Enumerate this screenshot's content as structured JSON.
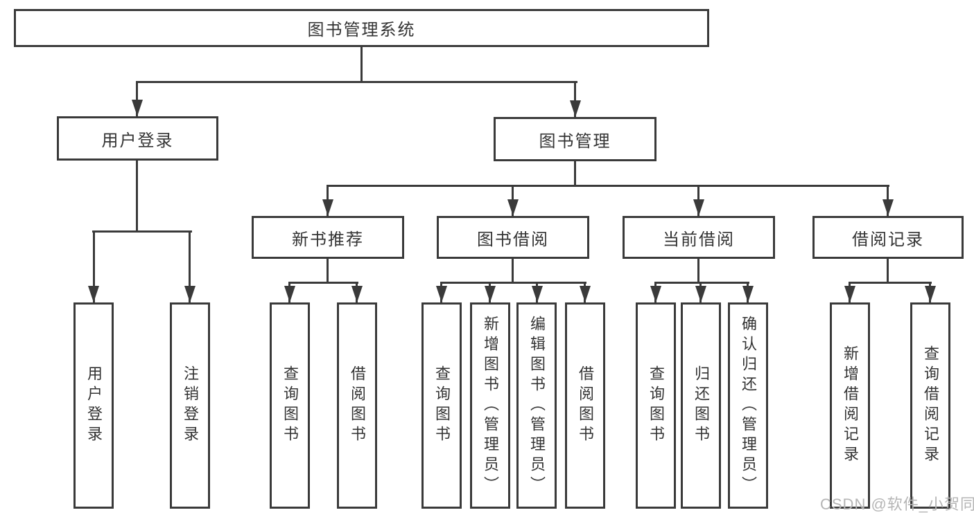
{
  "nodes": {
    "root": "图书管理系统",
    "level1": [
      "用户登录",
      "图书管理"
    ],
    "level2": [
      "新书推荐",
      "图书借阅",
      "当前借阅",
      "借阅记录"
    ],
    "leaves": {
      "userLogin": [
        "用户登录",
        "注销登录"
      ],
      "newBooks": [
        "查询图书",
        "借阅图书"
      ],
      "bookBorrow": [
        "查询图书",
        "新增图书（管理员）",
        "编辑图书（管理员）",
        "借阅图书"
      ],
      "currentBorrow": [
        "查询图书",
        "归还图书",
        "确认归还（管理员）"
      ],
      "borrowRecords": [
        "新增借阅记录",
        "查询借阅记录"
      ]
    }
  },
  "watermark": "CSDN @软件_小贺同学",
  "colors": {
    "line": "#3a3a3a",
    "text": "#333333",
    "background": "#ffffff",
    "watermark": "#b5b5b5"
  }
}
